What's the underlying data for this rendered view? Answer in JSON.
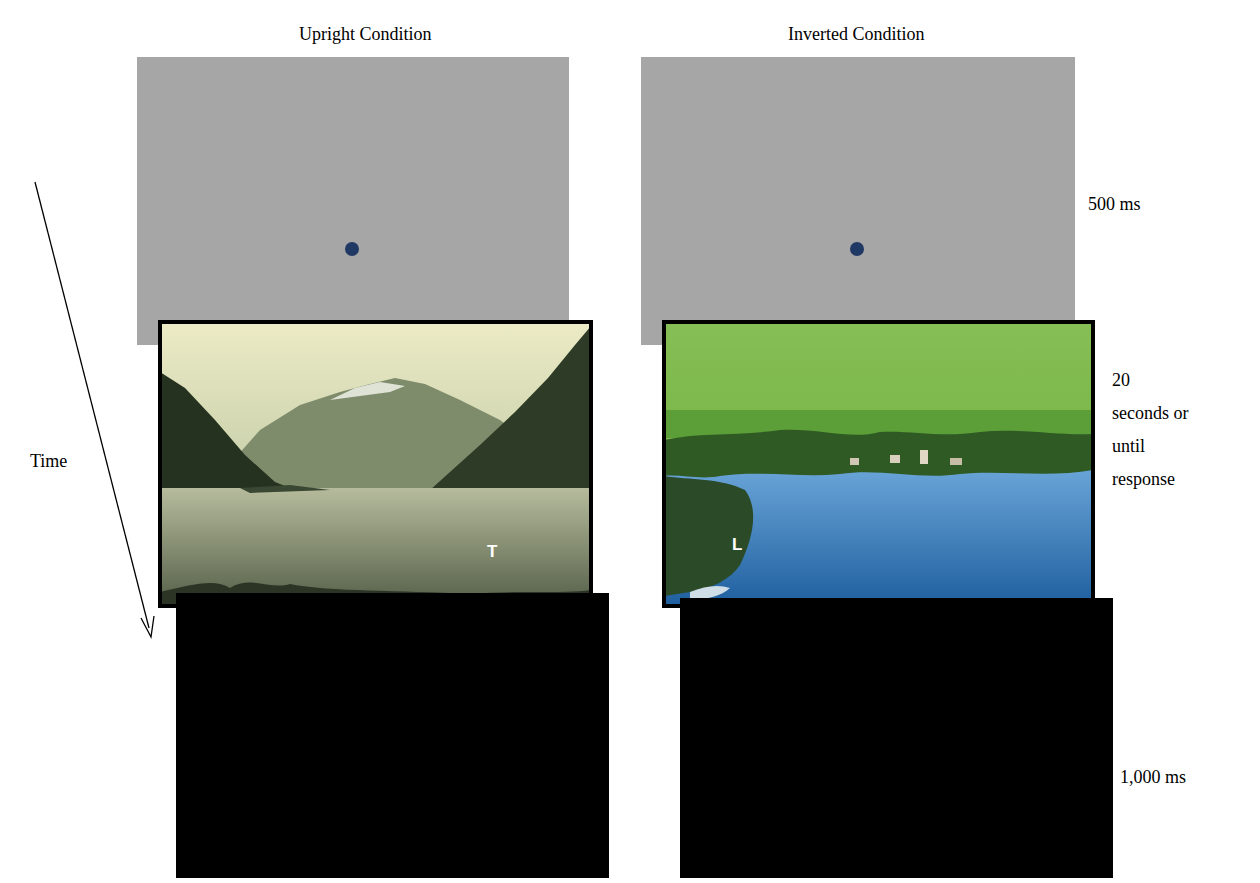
{
  "diagram": {
    "nodes": [
      {
        "text": [
          "T"
        ]
      },
      {
        "text": [
          "L"
        ]
      }
    ],
    "labels": [
      "Upright Condition",
      "Inverted Condition",
      "Time",
      "500 ms",
      "20 seconds or until response",
      "1,000 ms"
    ]
  }
}
